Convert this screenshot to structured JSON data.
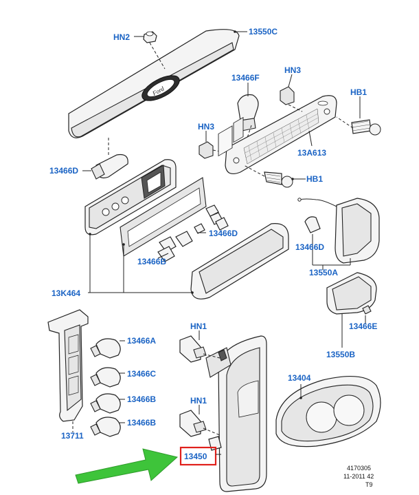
{
  "labels": {
    "hn2": "HN2",
    "c13550c": "13550C",
    "f13466f": "13466F",
    "hn3_top": "HN3",
    "hb1_top": "HB1",
    "hn3_left": "HN3",
    "a13a613": "13A613",
    "d13466d_left": "13466D",
    "hb1_bottom": "HB1",
    "d13466d_mid": "13466D",
    "b13466b_mid": "13466B",
    "d13466d_right": "13466D",
    "a13550a": "13550A",
    "k13k464": "13K464",
    "e13466e": "13466E",
    "hn1_top": "HN1",
    "a13466a": "13466A",
    "b13550b": "13550B",
    "c13466c": "13466C",
    "p13404": "13404",
    "b13466b_low1": "13466B",
    "hn1_bottom": "HN1",
    "b13466b_low2": "13466B",
    "p13711": "13711",
    "p13450": "13450"
  },
  "reference": {
    "line1": "4170305",
    "line2": "11-2011 42",
    "line3": "T9"
  },
  "colors": {
    "label": "#1a63c4",
    "highlight_box": "#e0201b",
    "arrow": "#3ec43a"
  }
}
